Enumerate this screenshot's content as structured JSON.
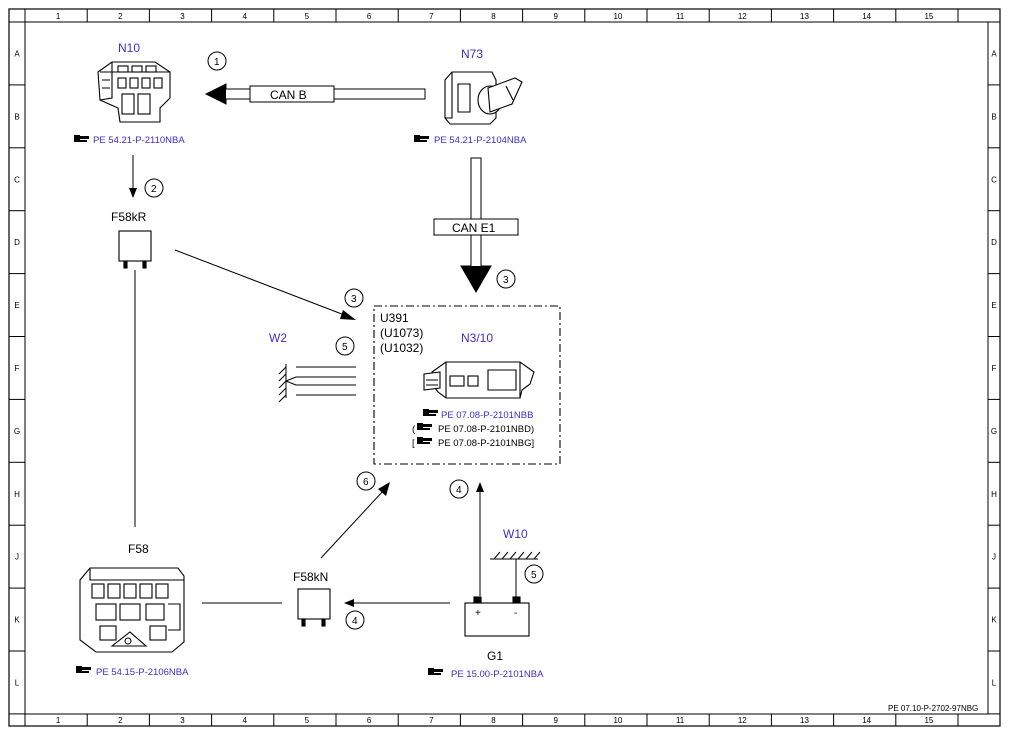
{
  "grid": {
    "columns": [
      "1",
      "2",
      "3",
      "4",
      "5",
      "6",
      "7",
      "8",
      "9",
      "10",
      "11",
      "12",
      "13",
      "14",
      "15"
    ],
    "rows": [
      "A",
      "B",
      "C",
      "D",
      "E",
      "F",
      "G",
      "H",
      "J",
      "K",
      "L"
    ]
  },
  "components": {
    "n10": {
      "name": "N10",
      "ref": "PE 54.21-P-2110NBA"
    },
    "n73": {
      "name": "N73",
      "ref": "PE 54.21-P-2104NBA"
    },
    "f58kr": {
      "name": "F58kR"
    },
    "f58kn": {
      "name": "F58kN"
    },
    "f58": {
      "name": "F58",
      "ref": "PE 54.15-P-2106NBA"
    },
    "w2": {
      "name": "W2"
    },
    "w10": {
      "name": "W10"
    },
    "g1": {
      "name": "G1",
      "ref": "PE 15.00-P-2101NBA",
      "plus": "+",
      "minus": "-"
    },
    "module": {
      "codes": [
        "U391",
        "(U1073)",
        "(U1032)"
      ],
      "name": "N3/10",
      "ref1": "PE 07.08-P-2101NBB",
      "ref2_open": "(",
      "ref2": "PE 07.08-P-2101NBD)",
      "ref3_open": "[",
      "ref3": "PE 07.08-P-2101NBG]"
    }
  },
  "buses": {
    "can_b": "CAN B",
    "can_e1": "CAN E1"
  },
  "step_markers": {
    "s1": "1",
    "s2": "2",
    "s3a": "3",
    "s3b": "3",
    "s4a": "4",
    "s4b": "4",
    "s5a": "5",
    "s5b": "5",
    "s6": "6"
  },
  "footer_code": "PE 07.10-P-2702-97NBG",
  "colors": {
    "blue_text": "#3b2fd0",
    "line": "#000000",
    "background": "#ffffff"
  }
}
